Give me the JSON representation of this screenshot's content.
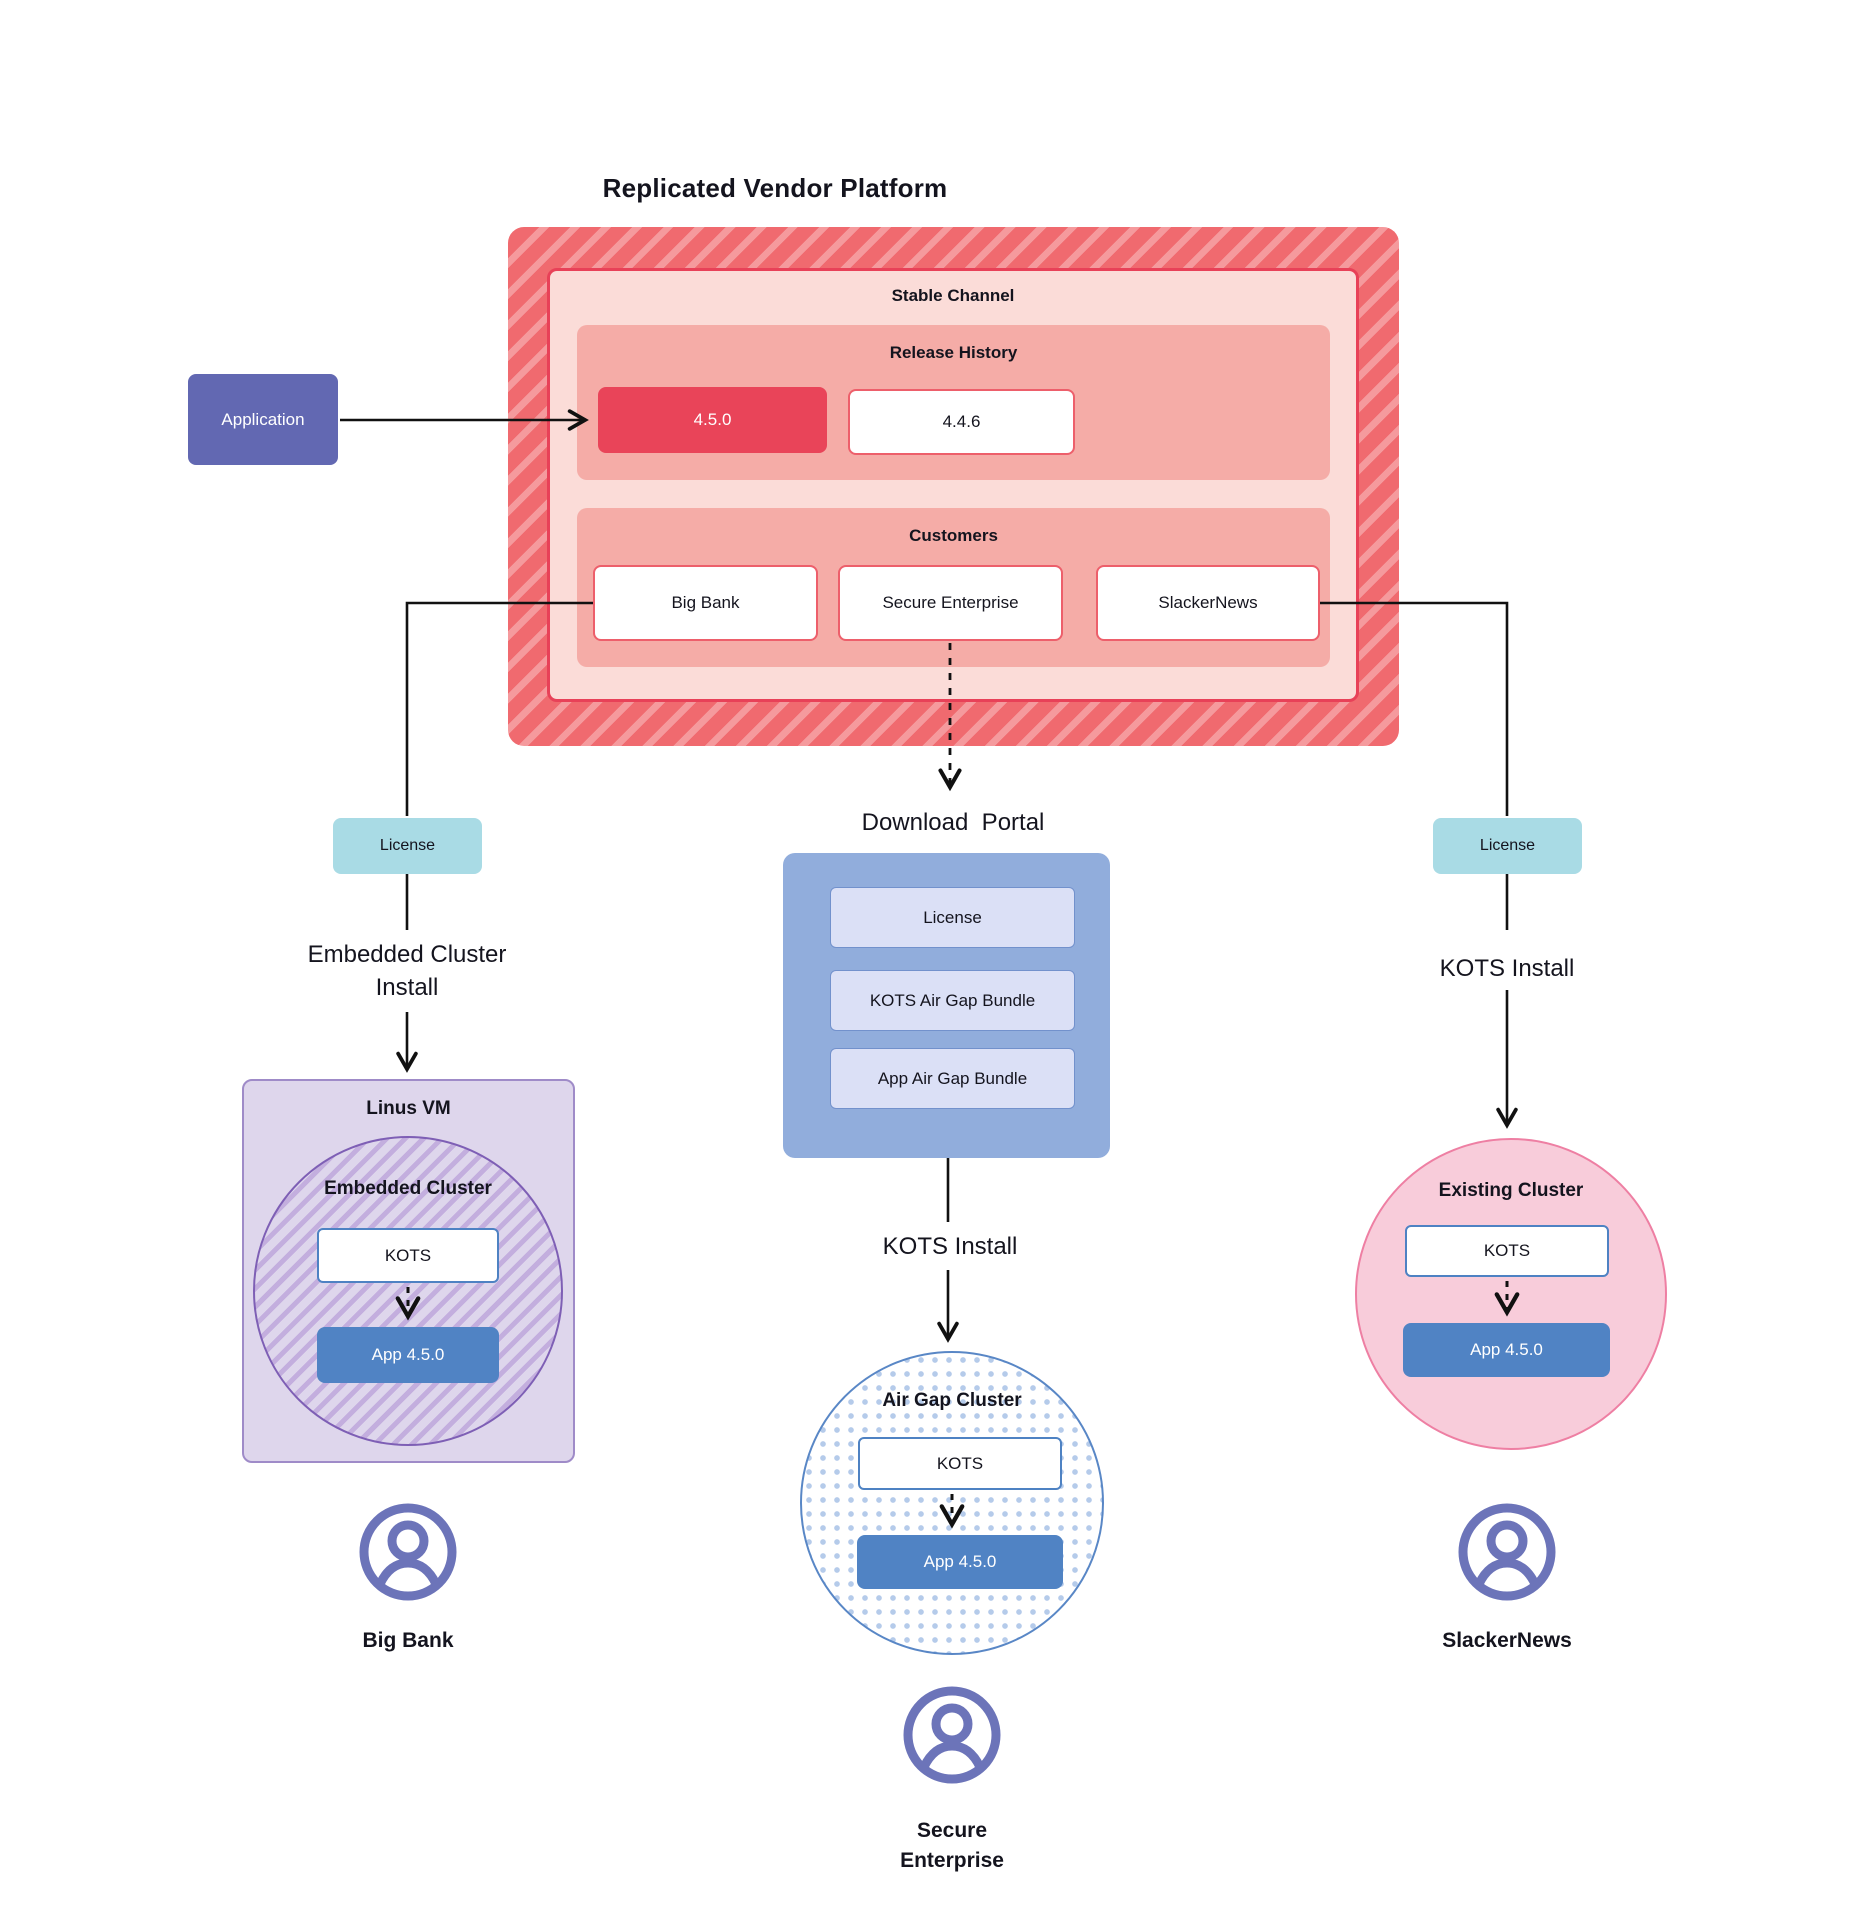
{
  "title": "Replicated Vendor Platform",
  "colors": {
    "hatch_red_dark": "#f06a6f",
    "hatch_red_light": "#f59a9d",
    "stable_fill": "#fbdcd8",
    "stable_border": "#e84158",
    "panel_pink": "#f5aca7",
    "release_current_bg": "#e94459",
    "application_bg": "#6268b2",
    "license_bg": "#a9dbe5",
    "portal_bg": "#91addc",
    "portal_item_bg": "#dbe0f6",
    "app_version_bg": "#5083c4",
    "vm_fill": "#ded6ec",
    "vm_border": "#9f8bc8",
    "existing_cluster_fill": "#f8ccda",
    "existing_cluster_border": "#ee7fa3",
    "airgap_border": "#5987c6",
    "user_icon": "#6c74b9"
  },
  "platform": {
    "stable_channel_label": "Stable Channel",
    "release_history_label": "Release History",
    "releases": [
      "4.5.0",
      "4.4.6"
    ],
    "customers_label": "Customers",
    "customers": [
      "Big Bank",
      "Secure Enterprise",
      "SlackerNews"
    ]
  },
  "application_label": "Application",
  "left_branch": {
    "license_label": "License",
    "install_label": "Embedded Cluster\nInstall",
    "vm_label": "Linus VM",
    "cluster_label": "Embedded Cluster",
    "kots_label": "KOTS",
    "app_label": "App 4.5.0",
    "user_label": "Big Bank"
  },
  "middle_branch": {
    "portal_label": "Download  Portal",
    "portal_items": [
      "License",
      "KOTS Air Gap Bundle",
      "App Air Gap Bundle"
    ],
    "install_label": "KOTS Install",
    "cluster_label": "Air Gap Cluster",
    "kots_label": "KOTS",
    "app_label": "App 4.5.0",
    "user_label": "Secure\nEnterprise"
  },
  "right_branch": {
    "license_label": "License",
    "install_label": "KOTS Install",
    "cluster_label": "Existing Cluster",
    "kots_label": "KOTS",
    "app_label": "App 4.5.0",
    "user_label": "SlackerNews"
  }
}
